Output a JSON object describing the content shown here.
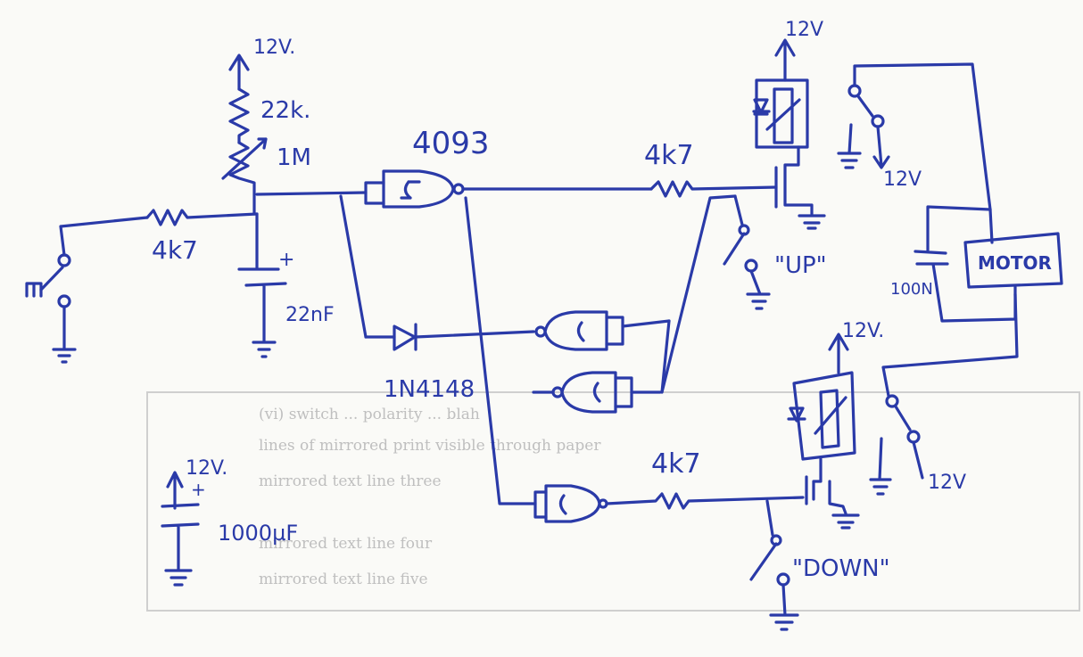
{
  "labels": {
    "v_top": "12V.",
    "r_22k": "22k.",
    "r_1m": "1M",
    "ic": "4093",
    "r_in": "4k7",
    "cap_22": "22nF",
    "cap_22_plus": "+",
    "diode": "1N4148",
    "r_up": "4k7",
    "r_down": "4k7",
    "v_relay1": "12V",
    "v_relay1_contact": "12V",
    "v_relay2": "12V.",
    "v_relay2_contact": "12V",
    "up": "\"UP\"",
    "down": "\"DOWN\"",
    "motor": "MOTOR",
    "cap_100": "100N",
    "v_supply": "12V.",
    "cap_1000": "1000µF",
    "cap_1000_plus": "+"
  },
  "bleed_through": [
    "(vi) switch ... polarity ... blah",
    "lines of mirrored print visible through paper",
    "mirrored text line three",
    "mirrored text line four",
    "mirrored text line five"
  ],
  "colors": {
    "ink": "#2a3aa8",
    "paper": "#fafaf7",
    "bleed": "#bfbfbf"
  }
}
